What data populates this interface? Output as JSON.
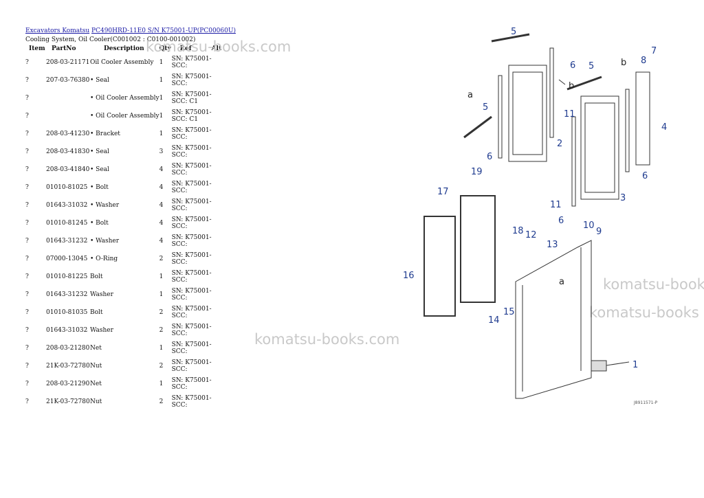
{
  "breadcrumb": {
    "link1": "Excavators Komatsu",
    "link2": "PC490HRD-11E0 S/N K75001-UP(PC00060U)"
  },
  "subtitle": "Cooling System, Oil Cooler(C001002 : C0100-001002)",
  "table": {
    "headers": [
      "Item",
      "PartNo",
      "Description",
      "Qty",
      "Ref",
      "Alt"
    ],
    "rows": [
      {
        "item": "?",
        "part": "208-03-21171",
        "desc": "Oil Cooler Assembly",
        "qty": "1",
        "ref1": "SN: K75001-",
        "ref2": "SCC:"
      },
      {
        "item": "?",
        "part": "207-03-76380",
        "desc": "• Seal",
        "qty": "1",
        "ref1": "SN: K75001-",
        "ref2": "SCC:"
      },
      {
        "item": "?",
        "part": "",
        "desc": "• Oil Cooler Assembly",
        "qty": "1",
        "ref1": "SN: K75001-",
        "ref2": "SCC: C1"
      },
      {
        "item": "?",
        "part": "",
        "desc": "• Oil Cooler Assembly",
        "qty": "1",
        "ref1": "SN: K75001-",
        "ref2": "SCC: C1"
      },
      {
        "item": "?",
        "part": "208-03-41230",
        "desc": "• Bracket",
        "qty": "1",
        "ref1": "SN: K75001-",
        "ref2": "SCC:"
      },
      {
        "item": "?",
        "part": "208-03-41830",
        "desc": "• Seal",
        "qty": "3",
        "ref1": "SN: K75001-",
        "ref2": "SCC:"
      },
      {
        "item": "?",
        "part": "208-03-41840",
        "desc": "• Seal",
        "qty": "4",
        "ref1": "SN: K75001-",
        "ref2": "SCC:"
      },
      {
        "item": "?",
        "part": "01010-81025",
        "desc": "• Bolt",
        "qty": "4",
        "ref1": "SN: K75001-",
        "ref2": "SCC:"
      },
      {
        "item": "?",
        "part": "01643-31032",
        "desc": "• Washer",
        "qty": "4",
        "ref1": "SN: K75001-",
        "ref2": "SCC:"
      },
      {
        "item": "?",
        "part": "01010-81245",
        "desc": "• Bolt",
        "qty": "4",
        "ref1": "SN: K75001-",
        "ref2": "SCC:"
      },
      {
        "item": "?",
        "part": "01643-31232",
        "desc": "• Washer",
        "qty": "4",
        "ref1": "SN: K75001-",
        "ref2": "SCC:"
      },
      {
        "item": "?",
        "part": "07000-13045",
        "desc": "• O-Ring",
        "qty": "2",
        "ref1": "SN: K75001-",
        "ref2": "SCC:"
      },
      {
        "item": "?",
        "part": "01010-81225",
        "desc": "Bolt",
        "qty": "1",
        "ref1": "SN: K75001-",
        "ref2": "SCC:"
      },
      {
        "item": "?",
        "part": "01643-31232",
        "desc": "Washer",
        "qty": "1",
        "ref1": "SN: K75001-",
        "ref2": "SCC:"
      },
      {
        "item": "?",
        "part": "01010-81035",
        "desc": "Bolt",
        "qty": "2",
        "ref1": "SN: K75001-",
        "ref2": "SCC:"
      },
      {
        "item": "?",
        "part": "01643-31032",
        "desc": "Washer",
        "qty": "2",
        "ref1": "SN: K75001-",
        "ref2": "SCC:"
      },
      {
        "item": "?",
        "part": "208-03-21280",
        "desc": "Net",
        "qty": "1",
        "ref1": "SN: K75001-",
        "ref2": "SCC:"
      },
      {
        "item": "?",
        "part": "21K-03-72780",
        "desc": "Nut",
        "qty": "2",
        "ref1": "SN: K75001-",
        "ref2": "SCC:"
      },
      {
        "item": "?",
        "part": "208-03-21290",
        "desc": "Net",
        "qty": "1",
        "ref1": "SN: K75001-",
        "ref2": "SCC:"
      },
      {
        "item": "?",
        "part": "21K-03-72780",
        "desc": "Nut",
        "qty": "2",
        "ref1": "SN: K75001-",
        "ref2": "SCC:"
      }
    ]
  },
  "watermarks": [
    "komatsu-books.com",
    "komatsu-books.com",
    "komatsu-book",
    "komatsu-books"
  ],
  "diagram": {
    "callouts": [
      "1",
      "2",
      "3",
      "4",
      "5",
      "5",
      "5",
      "6",
      "6",
      "6",
      "6",
      "7",
      "8",
      "9",
      "10",
      "11",
      "11",
      "12",
      "13",
      "14",
      "15",
      "16",
      "17",
      "18",
      "19"
    ],
    "arrow_labels": [
      "a",
      "a",
      "b",
      "b"
    ],
    "code": "J8911571-P"
  },
  "colors": {
    "link": "#1a1aa6",
    "callout": "#1f3b8f",
    "watermark": "#c9c9c9"
  }
}
